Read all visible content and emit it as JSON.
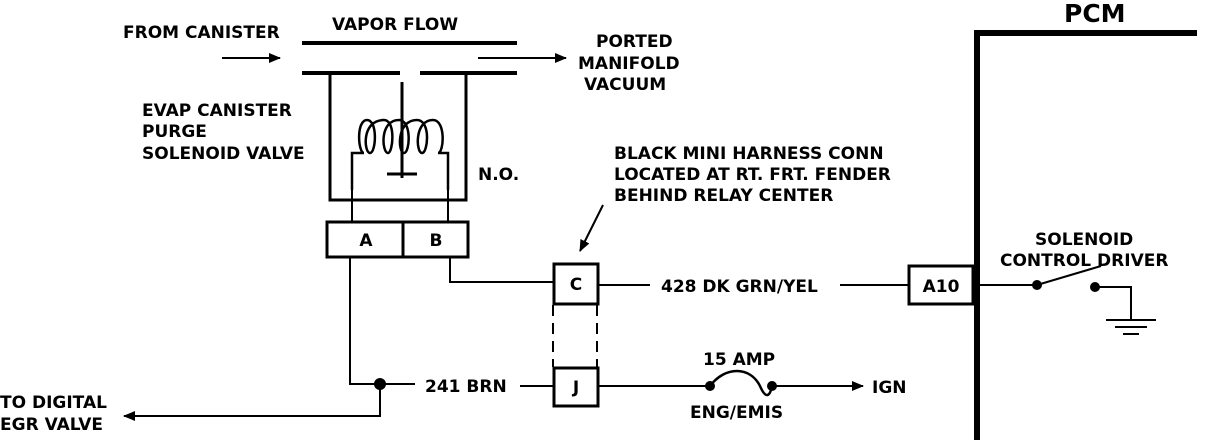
{
  "labels": {
    "from_canister": "FROM CANISTER",
    "vapor_flow": "VAPOR FLOW",
    "ported_line1": "PORTED",
    "ported_line2": "MANIFOLD",
    "ported_line3": "VACUUM",
    "pcm": "PCM",
    "evap_line1": "EVAP CANISTER",
    "evap_line2": "PURGE",
    "evap_line3": "SOLENOID VALVE",
    "normally_open": "N.O.",
    "harness_line1": "BLACK MINI HARNESS CONN",
    "harness_line2": "LOCATED AT RT. FRT. FENDER",
    "harness_line3": "BEHIND RELAY CENTER",
    "solenoid_line1": "SOLENOID",
    "solenoid_line2": "CONTROL DRIVER",
    "wire_428": "428 DK GRN/YEL",
    "wire_241": "241 BRN",
    "fuse_rating": "15 AMP",
    "fuse_name": "ENG/EMIS",
    "ign": "IGN",
    "egr_line1": "TO DIGITAL",
    "egr_line2": "EGR VALVE"
  },
  "terminals": {
    "a": "A",
    "b": "B",
    "c": "C",
    "j": "J",
    "a10": "A10"
  },
  "colors": {
    "ink": "#000000",
    "background": "#ffffff"
  }
}
